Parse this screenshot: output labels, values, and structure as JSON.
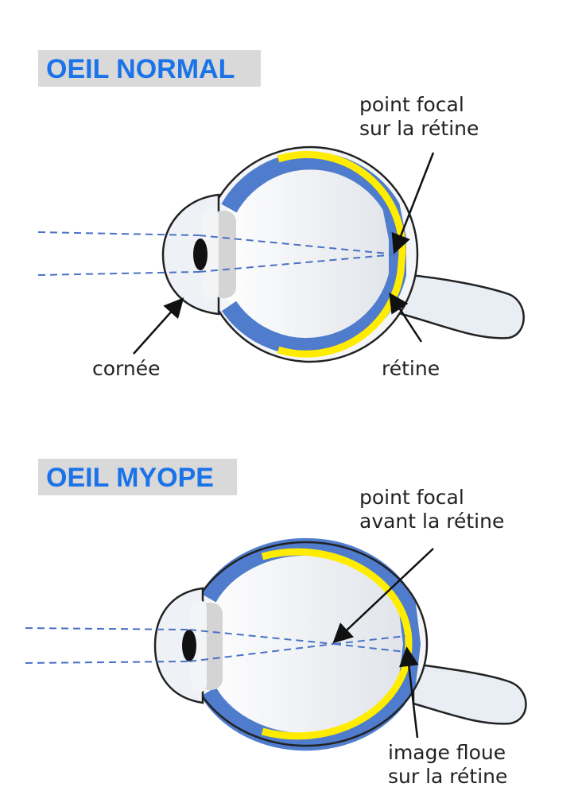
{
  "diagrams": [
    {
      "title": "OEIL NORMAL",
      "labels": {
        "focal": [
          "point focal",
          "sur la rétine"
        ],
        "cornea": "cornée",
        "retina": "rétine"
      }
    },
    {
      "title": "OEIL MYOPE",
      "labels": {
        "focal": [
          "point focal",
          "avant la rétine"
        ],
        "blur": [
          "image floue",
          "sur la rétine"
        ]
      }
    }
  ],
  "colors": {
    "title": "#1a73e8",
    "title_bg": "#d9d9d9",
    "choroid": "#4f7ccc",
    "retina": "#ffec00",
    "ray": "#4a72c4"
  }
}
